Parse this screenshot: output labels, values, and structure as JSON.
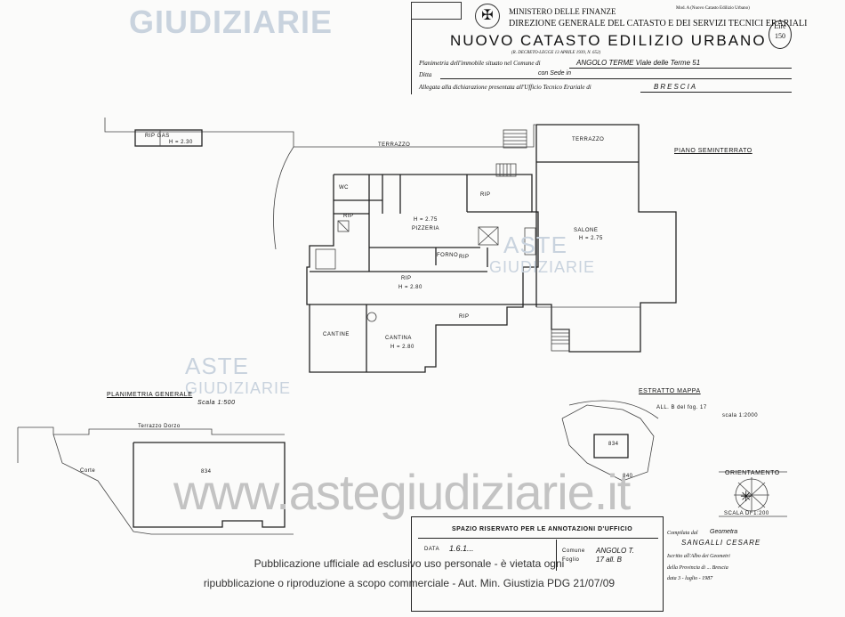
{
  "watermark": {
    "top_logo": "GIUDIZIARIE",
    "mid_logo_1": "ASTE",
    "mid_logo_2": "GIUDIZIARIE",
    "left_logo_1": "ASTE",
    "left_logo_2": "GIUDIZIARIE",
    "url": "www.astegiudiziarie.it"
  },
  "header": {
    "ministry": "MINISTERO DELLE FINANZE",
    "direction": "DIREZIONE GENERALE DEL CATASTO E DEI SERVIZI TECNICI ERARIALI",
    "title": "NUOVO CATASTO EDILIZIO URBANO",
    "decree": "(R. DECRETO-LEGGE 13 APRILE 1939, N. 652)",
    "lire_label": "Lire",
    "lire_value": "150",
    "model": "Mod. A (Nuovo Catasto Edilizio Urbano)",
    "row1_label": "Planimetria dell'immobile situato nel Comune di",
    "row1_value": "ANGOLO TERME    Viale delle Terme 51",
    "row2_label": "Ditta",
    "row2_value": "con Sede in",
    "row3_label": "Allegata alla dichiarazione presentata all'Ufficio Tecnico Erariale di",
    "row3_value": "BRESCIA"
  },
  "plan": {
    "floor_label": "PIANO SEMINTERRATO",
    "rooms": {
      "terrazzo1": "TERRAZZO",
      "terrazzo2": "TERRAZZO",
      "pizzeria": "PIZZERIA",
      "pizzeria_h": "H = 2.75",
      "salone": "SALONE",
      "salone_h": "H = 2.75",
      "rip": "RIP",
      "rip_h": "H = 2.80",
      "rip_small": "RIP",
      "rip_top": "RIP",
      "rip_bottom": "RIP",
      "cantina1": "CANTINE",
      "cantina2": "CANTINA",
      "cantina2_h": "H = 2.80",
      "forno": "FORNO",
      "wc": "WC",
      "small_box": "RIP  GAS",
      "small_box_h": "H = 2.30"
    }
  },
  "general": {
    "title": "PLANIMETRIA GENERALE",
    "scale": "Scala 1:500",
    "terrace": "Terrazzo Dorzo",
    "lot": "834",
    "corte": "Corte"
  },
  "estratto": {
    "title": "ESTRATTO MAPPA",
    "ref": "ALL. B del fog. 17",
    "scale": "scala 1:2000",
    "lot1": "834",
    "lot2": "840"
  },
  "orientamento": {
    "label": "ORIENTAMENTO",
    "scale": "SCALA DI 1:200"
  },
  "ufficio": {
    "heading": "SPAZIO RISERVATO PER LE ANNOTAZIONI D'UFFICIO",
    "data_label": "DATA",
    "data_value": "1.6.1...",
    "comune_label": "Comune",
    "comune_value": "ANGOLO T.",
    "foglio_label": "Foglio",
    "foglio_value": "17 all. B"
  },
  "compiled": {
    "label": "Compilata dal",
    "title": "Geometra",
    "name": "SANGALLI CESARE",
    "albo": "Iscritto all'Albo dei Geometri",
    "provincia": "della Provincia di ... Brescia",
    "data": "data  3 - luglio - 1987"
  },
  "footer": {
    "line1": "Pubblicazione ufficiale ad esclusivo uso personale - è vietata ogni",
    "line2": "ripubblicazione o riproduzione a scopo commerciale - Aut. Min. Giustizia PDG 21/07/09"
  }
}
